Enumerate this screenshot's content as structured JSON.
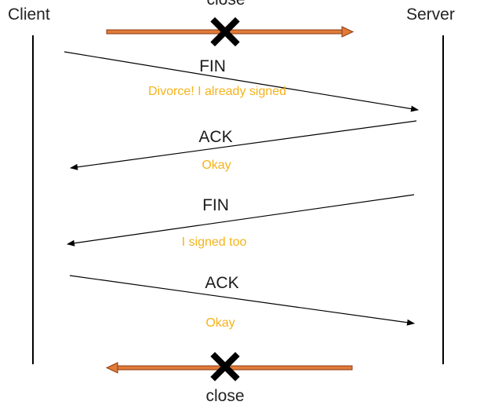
{
  "parties": {
    "client": "Client",
    "server": "Server"
  },
  "top_bar": {
    "label": "close",
    "direction": "right"
  },
  "bottom_bar": {
    "label": "close",
    "direction": "left"
  },
  "messages": [
    {
      "label": "FIN",
      "note": "Divorce! I already signed",
      "direction": "client-to-server"
    },
    {
      "label": "ACK",
      "note": "Okay",
      "direction": "server-to-client"
    },
    {
      "label": "FIN",
      "note": "I signed too",
      "direction": "server-to-client"
    },
    {
      "label": "ACK",
      "note": "Okay",
      "direction": "client-to-server"
    }
  ],
  "colors": {
    "bar_fill": "#e07b39",
    "bar_stroke": "#8b3a10",
    "note_text": "#f5b31a",
    "cross": "#000000",
    "lifeline": "#000000"
  },
  "icons": {
    "cross": "x-mark-icon"
  }
}
